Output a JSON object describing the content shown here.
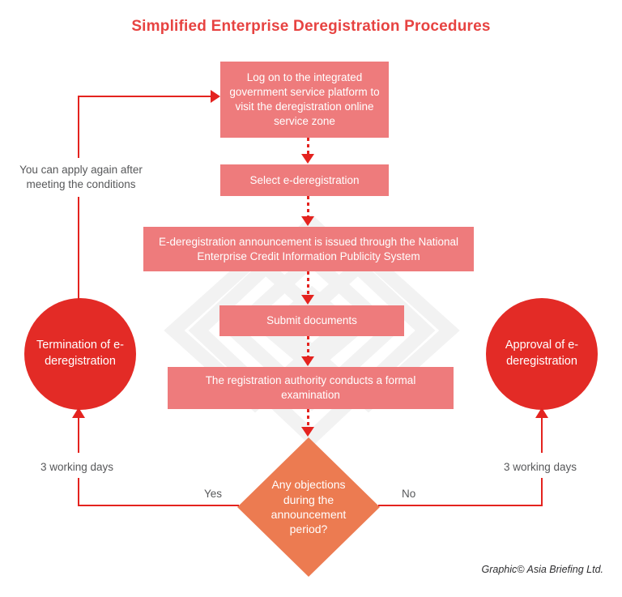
{
  "title": "Simplified Enterprise Deregistration Procedures",
  "colors": {
    "title_red": "#e74341",
    "step_box_pink": "#ee7b7c",
    "outcome_circle_red": "#e32b26",
    "decision_orange": "#ec7b51",
    "connector_red": "#e4231f",
    "label_gray": "#57585a",
    "watermark_gray": "#f2f2f2"
  },
  "flow": {
    "steps": [
      {
        "id": "log-on",
        "label": "Log on to the integrated government service platform to visit the deregistration online service zone"
      },
      {
        "id": "select",
        "label": "Select e-deregistration"
      },
      {
        "id": "announcement",
        "label": "E-deregistration announcement is issued through the National Enterprise Credit Information Publicity System"
      },
      {
        "id": "submit",
        "label": "Submit documents"
      },
      {
        "id": "examination",
        "label": "The registration authority conducts a formal examination"
      }
    ],
    "decision": {
      "label": "Any objections during the announcement period?"
    },
    "outcomes": {
      "termination": "Termination of e-deregistration",
      "approval": "Approval of e-deregistration"
    },
    "edge_labels": {
      "yes": "Yes",
      "no": "No",
      "left_duration": "3 working days",
      "right_duration": "3 working days",
      "retry_note": "You can apply again after meeting the conditions"
    }
  },
  "footer": {
    "credit": "Graphic© Asia Briefing Ltd."
  }
}
